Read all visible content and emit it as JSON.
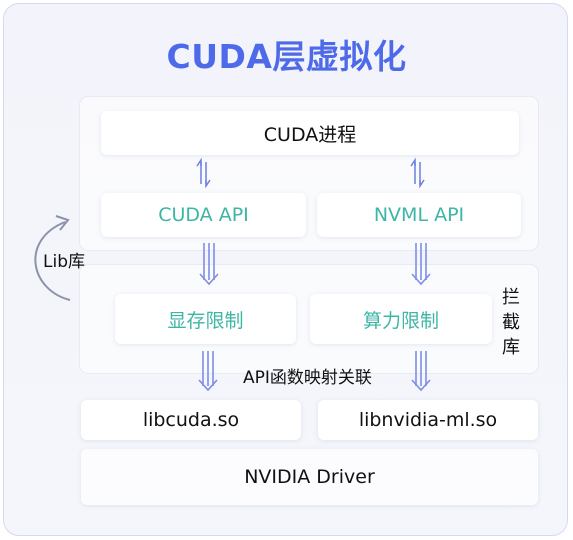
{
  "title": "CUDA层虚拟化",
  "process_box": "CUDA进程",
  "api_boxes": {
    "cuda_api": "CUDA API",
    "nvml_api": "NVML API"
  },
  "limit_boxes": {
    "memory_limit": "显存限制",
    "compute_limit": "算力限制"
  },
  "lib_label": "Lib库",
  "intercept_label_chars": [
    "拦",
    "截",
    "库"
  ],
  "mapping_label": "API函数映射关联",
  "libraries": {
    "libcuda": "libcuda.so",
    "libnvidia_ml": "libnvidia-ml.so"
  },
  "driver": "NVIDIA Driver",
  "colors": {
    "title": "#4e6ae8",
    "teal_text": "#3db6a6",
    "arrow": "#6d7fe0",
    "curve_arrow": "#8a93a8"
  }
}
